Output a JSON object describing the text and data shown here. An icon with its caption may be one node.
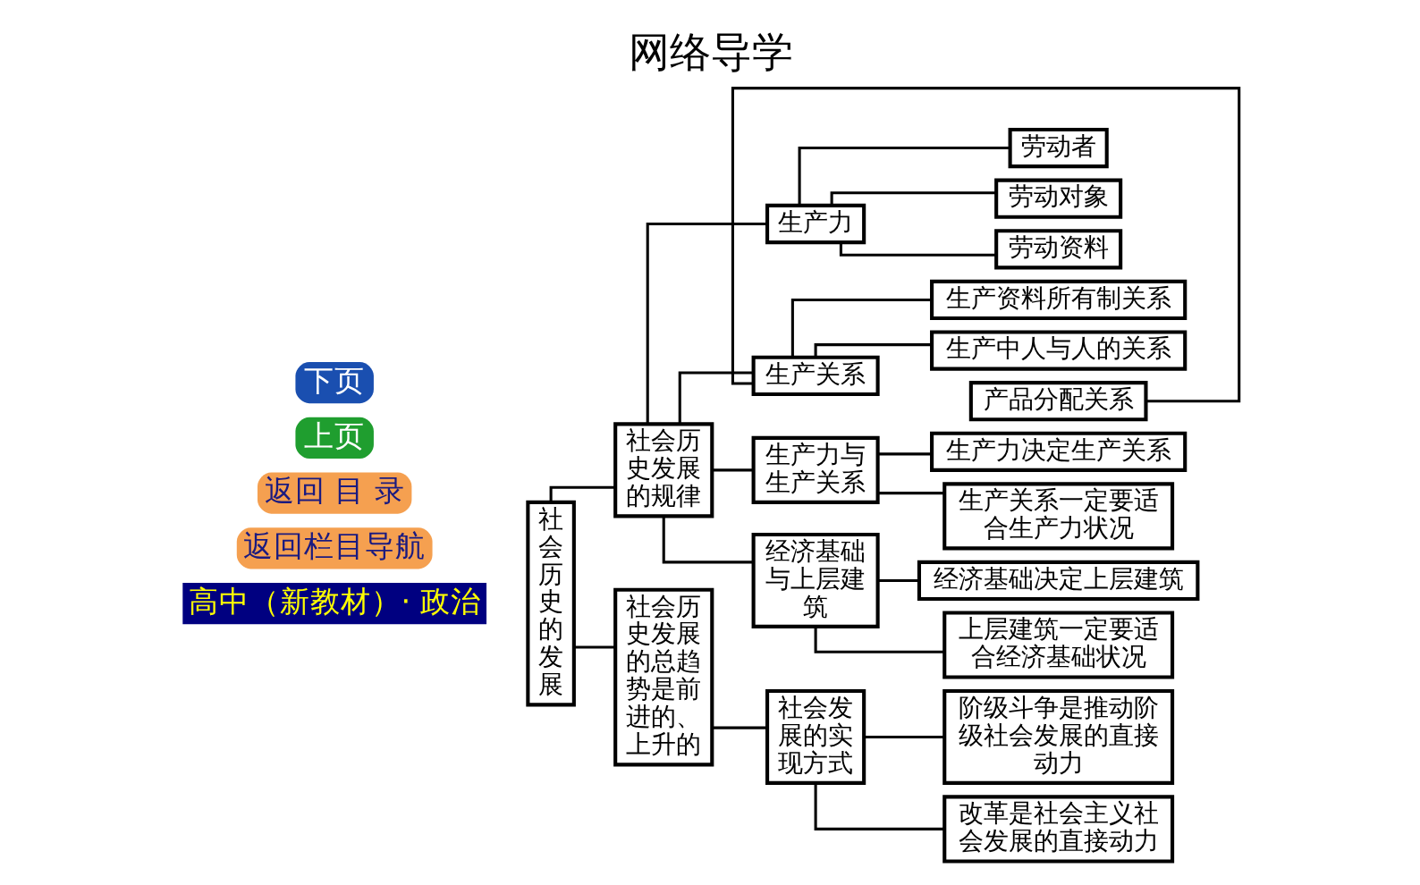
{
  "diagram": {
    "title": "网络导学",
    "nodes": [
      {
        "text": [
          "社会历史的发展"
        ]
      },
      {
        "text": [
          "社会历史发展的规律"
        ]
      },
      {
        "text": [
          "生产力"
        ]
      },
      {
        "text": [
          "劳动者"
        ]
      },
      {
        "text": [
          "劳动对象"
        ]
      },
      {
        "text": [
          "劳动资料"
        ]
      },
      {
        "text": [
          "生产关系"
        ]
      },
      {
        "text": [
          "生产资料所有制关系"
        ]
      },
      {
        "text": [
          "生产中人与人的关系"
        ]
      },
      {
        "text": [
          "产品分配关系"
        ]
      },
      {
        "text": [
          "生产力与生产关系"
        ]
      },
      {
        "text": [
          "生产力决定生产关系"
        ]
      },
      {
        "text": [
          "生产关系一定要适合生产力状况"
        ]
      },
      {
        "text": [
          "经济基础与上层建筑"
        ]
      },
      {
        "text": [
          "经济基础决定上层建筑"
        ]
      },
      {
        "text": [
          "上层建筑一定要适合经济基础状况"
        ]
      },
      {
        "text": [
          "社会历史发展的总趋势是前进的、上升的"
        ]
      },
      {
        "text": [
          "社会发展的实现方式"
        ]
      },
      {
        "text": [
          "阶级斗争是推动阶级社会发展的直接动力"
        ]
      },
      {
        "text": [
          "改革是社会主义社会发展的直接动力"
        ]
      }
    ],
    "edges": [
      {
        "from": 0,
        "to": 1,
        "arrow": "none"
      },
      {
        "from": 0,
        "to": 16,
        "arrow": "none"
      },
      {
        "from": 1,
        "to": 2,
        "arrow": "none"
      },
      {
        "from": 1,
        "to": 6,
        "arrow": "none"
      },
      {
        "from": 1,
        "to": 10,
        "arrow": "none"
      },
      {
        "from": 1,
        "to": 13,
        "arrow": "none"
      },
      {
        "from": 2,
        "to": 3,
        "arrow": "none"
      },
      {
        "from": 2,
        "to": 4,
        "arrow": "none"
      },
      {
        "from": 2,
        "to": 5,
        "arrow": "none"
      },
      {
        "from": 6,
        "to": 7,
        "arrow": "none"
      },
      {
        "from": 6,
        "to": 8,
        "arrow": "none"
      },
      {
        "from": 6,
        "to": 9,
        "arrow": "none"
      },
      {
        "from": 10,
        "to": 11,
        "arrow": "none"
      },
      {
        "from": 10,
        "to": 12,
        "arrow": "none"
      },
      {
        "from": 13,
        "to": 14,
        "arrow": "none"
      },
      {
        "from": 13,
        "to": 15,
        "arrow": "none"
      },
      {
        "from": 16,
        "to": 17,
        "arrow": "none"
      },
      {
        "from": 17,
        "to": 18,
        "arrow": "none"
      },
      {
        "from": 17,
        "to": 19,
        "arrow": "none"
      }
    ],
    "labels": [
      "高中（新教材）· 政治",
      "返回栏目导航",
      "返回 目 录",
      "上页",
      "下页"
    ]
  }
}
